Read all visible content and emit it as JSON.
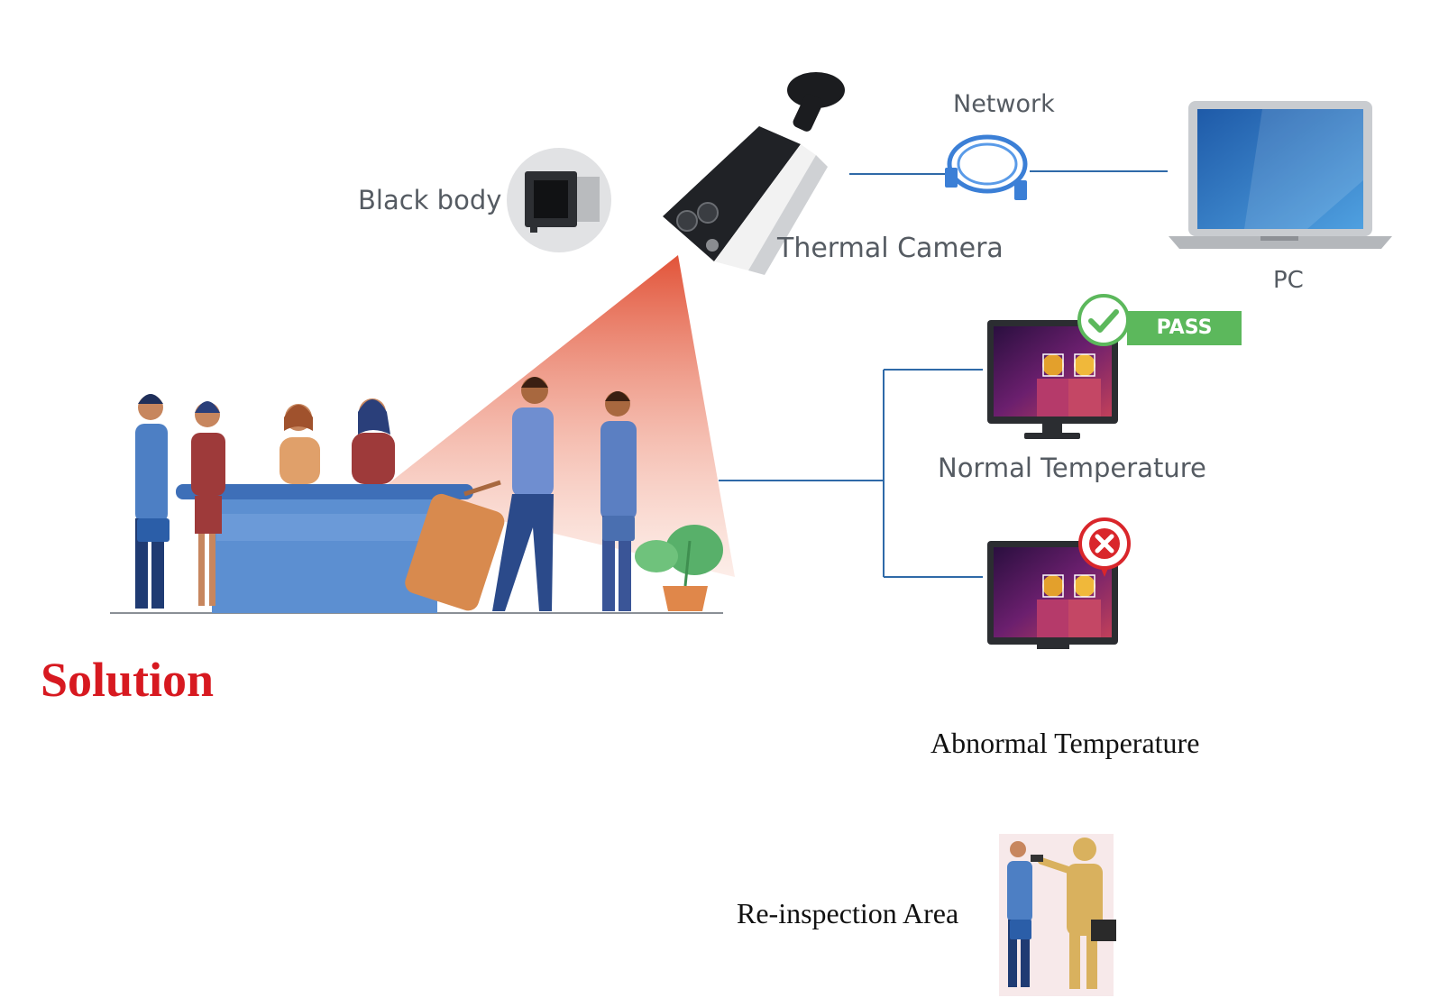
{
  "labels": {
    "black_body": "Black body",
    "thermal_camera": "Thermal Camera",
    "network": "Network",
    "pc": "PC",
    "pass": "PASS",
    "normal_temperature": "Normal Temperature",
    "abnormal_temperature": "Abnormal Temperature",
    "reinspection_area": "Re-inspection Area",
    "solution": "Solution"
  },
  "colors": {
    "connector_line": "#2f6aa8",
    "pass_green": "#5cb85c",
    "fail_red": "#d9262b",
    "solution_red": "#d71920",
    "beam_orange": "#e8593c",
    "counter_blue": "#4d7fc4"
  },
  "icons": {
    "camera": "thermal-camera-icon",
    "black_body": "black-body-icon",
    "network": "network-cable-icon",
    "pc": "laptop-icon",
    "monitor_pass": "thermal-monitor-icon",
    "monitor_fail": "thermal-monitor-icon",
    "check": "check-icon",
    "cross": "cross-icon"
  }
}
